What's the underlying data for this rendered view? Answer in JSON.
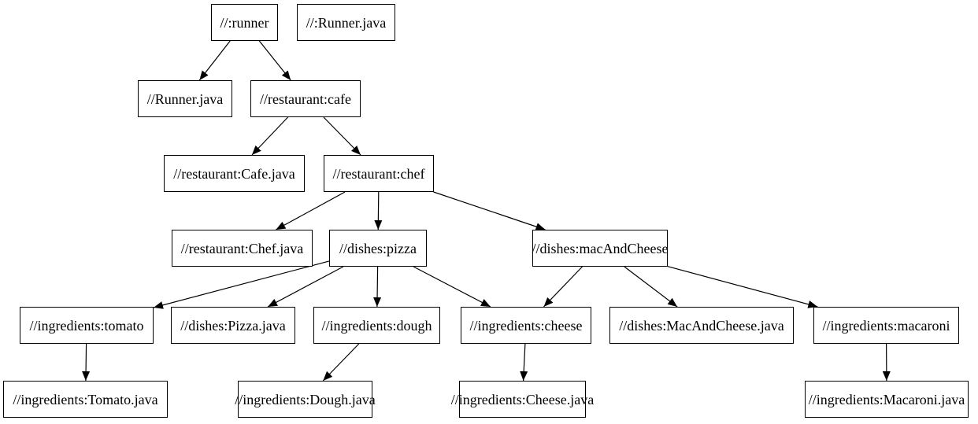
{
  "diagram": {
    "type": "dependency-graph",
    "background_color": "#ffffff",
    "node_fill_color": "#ffffff",
    "node_border_color": "#000000",
    "node_text_color": "#000000",
    "edge_color": "#000000",
    "nodes": [
      {
        "id": "runner",
        "label": "//:runner"
      },
      {
        "id": "runner-java-file",
        "label": "//:Runner.java"
      },
      {
        "id": "runner-java",
        "label": "//Runner.java"
      },
      {
        "id": "cafe",
        "label": "//restaurant:cafe"
      },
      {
        "id": "cafe-java",
        "label": "//restaurant:Cafe.java"
      },
      {
        "id": "chef",
        "label": "//restaurant:chef"
      },
      {
        "id": "chef-java",
        "label": "//restaurant:Chef.java"
      },
      {
        "id": "pizza",
        "label": "//dishes:pizza"
      },
      {
        "id": "mac-and-cheese",
        "label": "//dishes:macAndCheese"
      },
      {
        "id": "tomato",
        "label": "//ingredients:tomato"
      },
      {
        "id": "pizza-java",
        "label": "//dishes:Pizza.java"
      },
      {
        "id": "dough",
        "label": "//ingredients:dough"
      },
      {
        "id": "cheese",
        "label": "//ingredients:cheese"
      },
      {
        "id": "mac-and-cheese-java",
        "label": "//dishes:MacAndCheese.java"
      },
      {
        "id": "macaroni",
        "label": "//ingredients:macaroni"
      },
      {
        "id": "tomato-java",
        "label": "//ingredients:Tomato.java"
      },
      {
        "id": "dough-java",
        "label": "//ingredients:Dough.java"
      },
      {
        "id": "cheese-java",
        "label": "//ingredients:Cheese.java"
      },
      {
        "id": "macaroni-java",
        "label": "//ingredients:Macaroni.java"
      }
    ],
    "edges": [
      {
        "from": "runner",
        "to": "runner-java"
      },
      {
        "from": "runner",
        "to": "cafe"
      },
      {
        "from": "cafe",
        "to": "cafe-java"
      },
      {
        "from": "cafe",
        "to": "chef"
      },
      {
        "from": "chef",
        "to": "chef-java"
      },
      {
        "from": "chef",
        "to": "pizza"
      },
      {
        "from": "chef",
        "to": "mac-and-cheese"
      },
      {
        "from": "pizza",
        "to": "tomato"
      },
      {
        "from": "pizza",
        "to": "pizza-java"
      },
      {
        "from": "pizza",
        "to": "dough"
      },
      {
        "from": "pizza",
        "to": "cheese"
      },
      {
        "from": "mac-and-cheese",
        "to": "cheese"
      },
      {
        "from": "mac-and-cheese",
        "to": "mac-and-cheese-java"
      },
      {
        "from": "mac-and-cheese",
        "to": "macaroni"
      },
      {
        "from": "tomato",
        "to": "tomato-java"
      },
      {
        "from": "dough",
        "to": "dough-java"
      },
      {
        "from": "cheese",
        "to": "cheese-java"
      },
      {
        "from": "macaroni",
        "to": "macaroni-java"
      }
    ]
  }
}
